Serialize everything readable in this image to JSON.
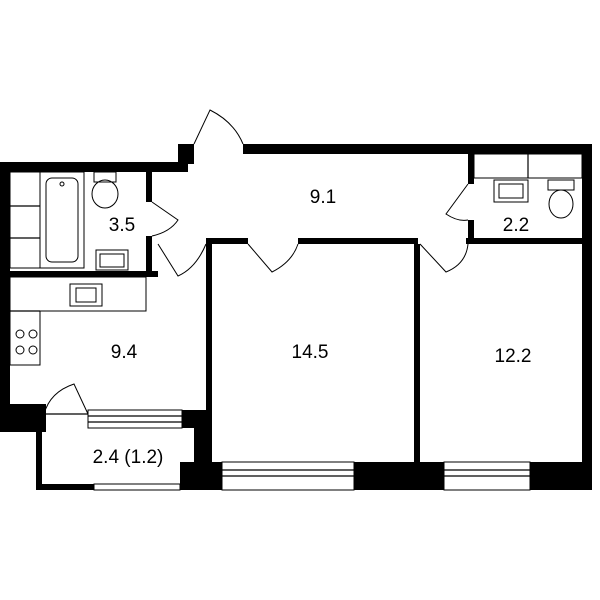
{
  "rooms": [
    {
      "id": "bathroom",
      "area": "3.5"
    },
    {
      "id": "corridor",
      "area": "9.1"
    },
    {
      "id": "wc",
      "area": "2.2"
    },
    {
      "id": "kitchen",
      "area": "9.4"
    },
    {
      "id": "living-room",
      "area": "14.5"
    },
    {
      "id": "bedroom",
      "area": "12.2"
    },
    {
      "id": "loggia",
      "area": "2.4 (1.2)"
    }
  ]
}
